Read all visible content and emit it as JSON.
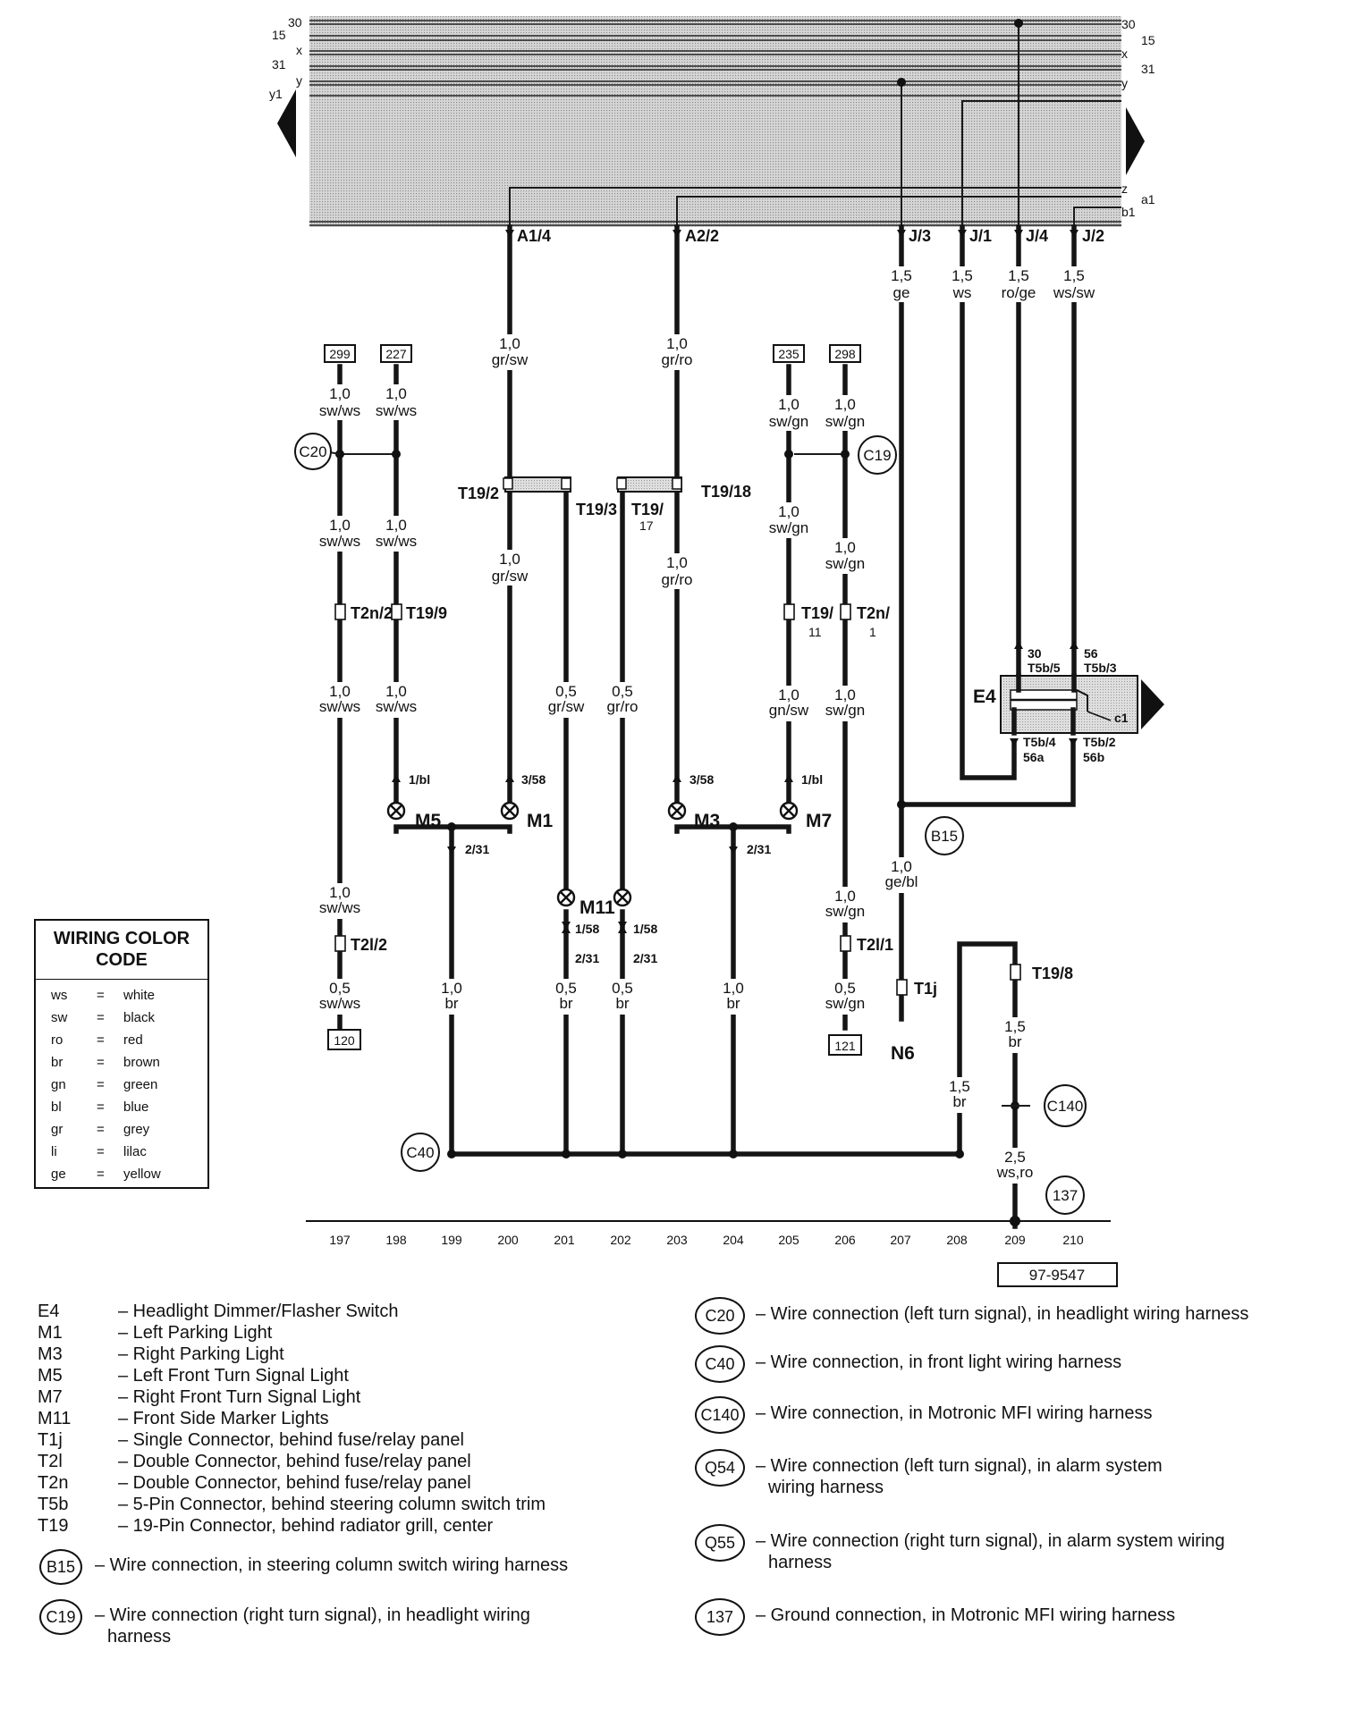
{
  "bus": {
    "left_labels": [
      "30",
      "15",
      "x",
      "31",
      "y",
      "y1"
    ],
    "right_labels": [
      "30",
      "15",
      "x",
      "31",
      "y",
      "z",
      "a1",
      "b1"
    ],
    "pins": [
      "A1/4",
      "A2/2",
      "J/3",
      "J/1",
      "J/4",
      "J/2"
    ]
  },
  "wires": {
    "j3": [
      "1,5",
      "ge"
    ],
    "j1": [
      "1,5",
      "ws"
    ],
    "j4": [
      "1,5",
      "ro/ge"
    ],
    "j2": [
      "1,5",
      "ws/sw"
    ],
    "a14": [
      "1,0",
      "gr/sw"
    ],
    "a22": [
      "1,0",
      "gr/ro"
    ],
    "w299": [
      "1,0",
      "sw/ws"
    ],
    "w227": [
      "1,0",
      "sw/ws"
    ],
    "w235": [
      "1,0",
      "sw/gn"
    ],
    "w298": [
      "1,0",
      "sw/gn"
    ],
    "c20a": [
      "1,0",
      "sw/ws"
    ],
    "c20b": [
      "1,0",
      "sw/ws"
    ],
    "c20c": [
      "1,0",
      "sw/ws"
    ],
    "c20d": [
      "1,0",
      "sw/ws"
    ],
    "e": [
      "1,0",
      "gr/sw"
    ],
    "f": [
      "1,0",
      "gr/ro"
    ],
    "g": [
      "1,0",
      "sw/gn"
    ],
    "h": [
      "1,0",
      "sw/gn"
    ],
    "m11a": [
      "0,5",
      "gr/sw"
    ],
    "m11b": [
      "0,5",
      "gr/ro"
    ],
    "m7a": [
      "1,0",
      "gn/sw"
    ],
    "m7b": [
      "1,0",
      "sw/gn"
    ],
    "x197": [
      "1,0",
      "sw/ws"
    ],
    "x197b": [
      "0,5",
      "sw/ws"
    ],
    "x199": [
      "1,0",
      "br"
    ],
    "x201": [
      "0,5",
      "br"
    ],
    "x202": [
      "0,5",
      "br"
    ],
    "x204": [
      "1,0",
      "br"
    ],
    "x206": [
      "1,0",
      "sw/gn"
    ],
    "x206b": [
      "0,5",
      "sw/gn"
    ],
    "x207": [
      "1,0",
      "ge/bl"
    ],
    "x208": [
      "1,5",
      "br"
    ],
    "x209": [
      "1,5",
      "br"
    ],
    "x209b": [
      "2,5",
      "ws,ro"
    ]
  },
  "refs": [
    "299",
    "227",
    "235",
    "298",
    "120",
    "121"
  ],
  "connectors": {
    "t192": "T19/2",
    "t193": "T19/3",
    "t1917a": "T19/",
    "t1917b": "17",
    "t1918": "T19/18",
    "t2n2": "T2n/2",
    "t199": "T19/9",
    "t1911a": "T19/",
    "t1911b": "11",
    "t2n1a": "T2n/",
    "t2n1b": "1",
    "t2l2": "T2l/2",
    "t2l1": "T2l/1",
    "t1j": "T1j",
    "t198": "T19/8"
  },
  "pins_small": {
    "p1bl": "1/bl",
    "p358": "3/58",
    "p231": "2/31",
    "p158": "1/58"
  },
  "components": {
    "m5": "M5",
    "m1": "M1",
    "m3": "M3",
    "m7": "M7",
    "m11": "M11",
    "n6": "N6",
    "e4": "E4",
    "c1": "c1"
  },
  "e4_terms": {
    "t30": "30",
    "t5b5": "T5b/5",
    "t56": "56",
    "t5b3": "T5b/3",
    "t5b4": "T5b/4",
    "t56a": "56a",
    "t5b2": "T5b/2",
    "t56b": "56b"
  },
  "circles": [
    "C20",
    "C19",
    "B15",
    "C40",
    "C140",
    "137"
  ],
  "grid": [
    "197",
    "198",
    "199",
    "200",
    "201",
    "202",
    "203",
    "204",
    "205",
    "206",
    "207",
    "208",
    "209",
    "210"
  ],
  "figure_id": "97-9547",
  "wiring_color_code": {
    "title_line1": "WIRING COLOR",
    "title_line2": "CODE",
    "rows": [
      {
        "abbr": "ws",
        "eq": "=",
        "color": "white"
      },
      {
        "abbr": "sw",
        "eq": "=",
        "color": "black"
      },
      {
        "abbr": "ro",
        "eq": "=",
        "color": "red"
      },
      {
        "abbr": "br",
        "eq": "=",
        "color": "brown"
      },
      {
        "abbr": "gn",
        "eq": "=",
        "color": "green"
      },
      {
        "abbr": "bl",
        "eq": "=",
        "color": "blue"
      },
      {
        "abbr": "gr",
        "eq": "=",
        "color": "grey"
      },
      {
        "abbr": "li",
        "eq": "=",
        "color": "lilac"
      },
      {
        "abbr": "ge",
        "eq": "=",
        "color": "yellow"
      }
    ]
  },
  "legend_left": [
    {
      "code": "E4",
      "text": "– Headlight Dimmer/Flasher Switch"
    },
    {
      "code": "M1",
      "text": "– Left Parking Light"
    },
    {
      "code": "M3",
      "text": "– Right Parking Light"
    },
    {
      "code": "M5",
      "text": "– Left Front Turn Signal Light"
    },
    {
      "code": "M7",
      "text": "– Right Front Turn Signal Light"
    },
    {
      "code": "M11",
      "text": "– Front Side Marker Lights"
    },
    {
      "code": "T1j",
      "text": "– Single Connector, behind fuse/relay panel"
    },
    {
      "code": "T2l",
      "text": "– Double Connector, behind fuse/relay panel"
    },
    {
      "code": "T2n",
      "text": "– Double Connector, behind fuse/relay panel"
    },
    {
      "code": "T5b",
      "text": "– 5-Pin Connector, behind steering column switch trim"
    },
    {
      "code": "T19",
      "text": "– 19-Pin Connector, behind radiator grill, center"
    }
  ],
  "legend_left_circles": [
    {
      "code": "B15",
      "text": "– Wire connection, in steering column switch wiring harness",
      "text2": ""
    },
    {
      "code": "C19",
      "text": "– Wire connection (right turn signal), in headlight wiring",
      "text2": "harness"
    }
  ],
  "legend_right": [
    {
      "code": "C20",
      "text": "– Wire connection (left turn signal), in headlight wiring harness",
      "text2": ""
    },
    {
      "code": "C40",
      "text": "– Wire connection, in front light wiring harness",
      "text2": ""
    },
    {
      "code": "C140",
      "text": "– Wire connection, in Motronic MFI wiring harness",
      "text2": ""
    },
    {
      "code": "Q54",
      "text": "– Wire connection (left turn signal), in alarm system",
      "text2": "wiring harness"
    },
    {
      "code": "Q55",
      "text": "– Wire connection (right turn signal), in alarm system wiring",
      "text2": "harness"
    },
    {
      "code": "137",
      "text": "– Ground connection, in Motronic MFI wiring harness",
      "text2": ""
    }
  ]
}
